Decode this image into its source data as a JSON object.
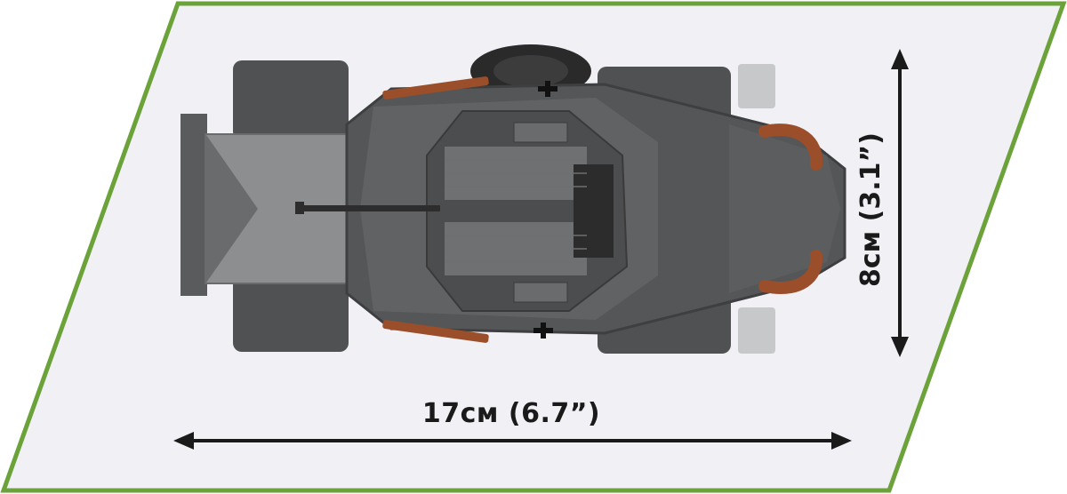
{
  "dimensions": {
    "width_label": "17см (6.7”)",
    "height_label": "8см (3.1”)"
  },
  "colors": {
    "frame_border": "#6ca23a",
    "frame_fill": "#f1f0f5",
    "arrow": "#1a1a1a",
    "vehicle_dark": "#4e4f51",
    "vehicle_mid": "#616264",
    "vehicle_light": "#8d8e90",
    "accent_brown": "#9b4e2a",
    "accent_gray": "#c7c8ca"
  },
  "image_subject": "armored-car-top-view"
}
